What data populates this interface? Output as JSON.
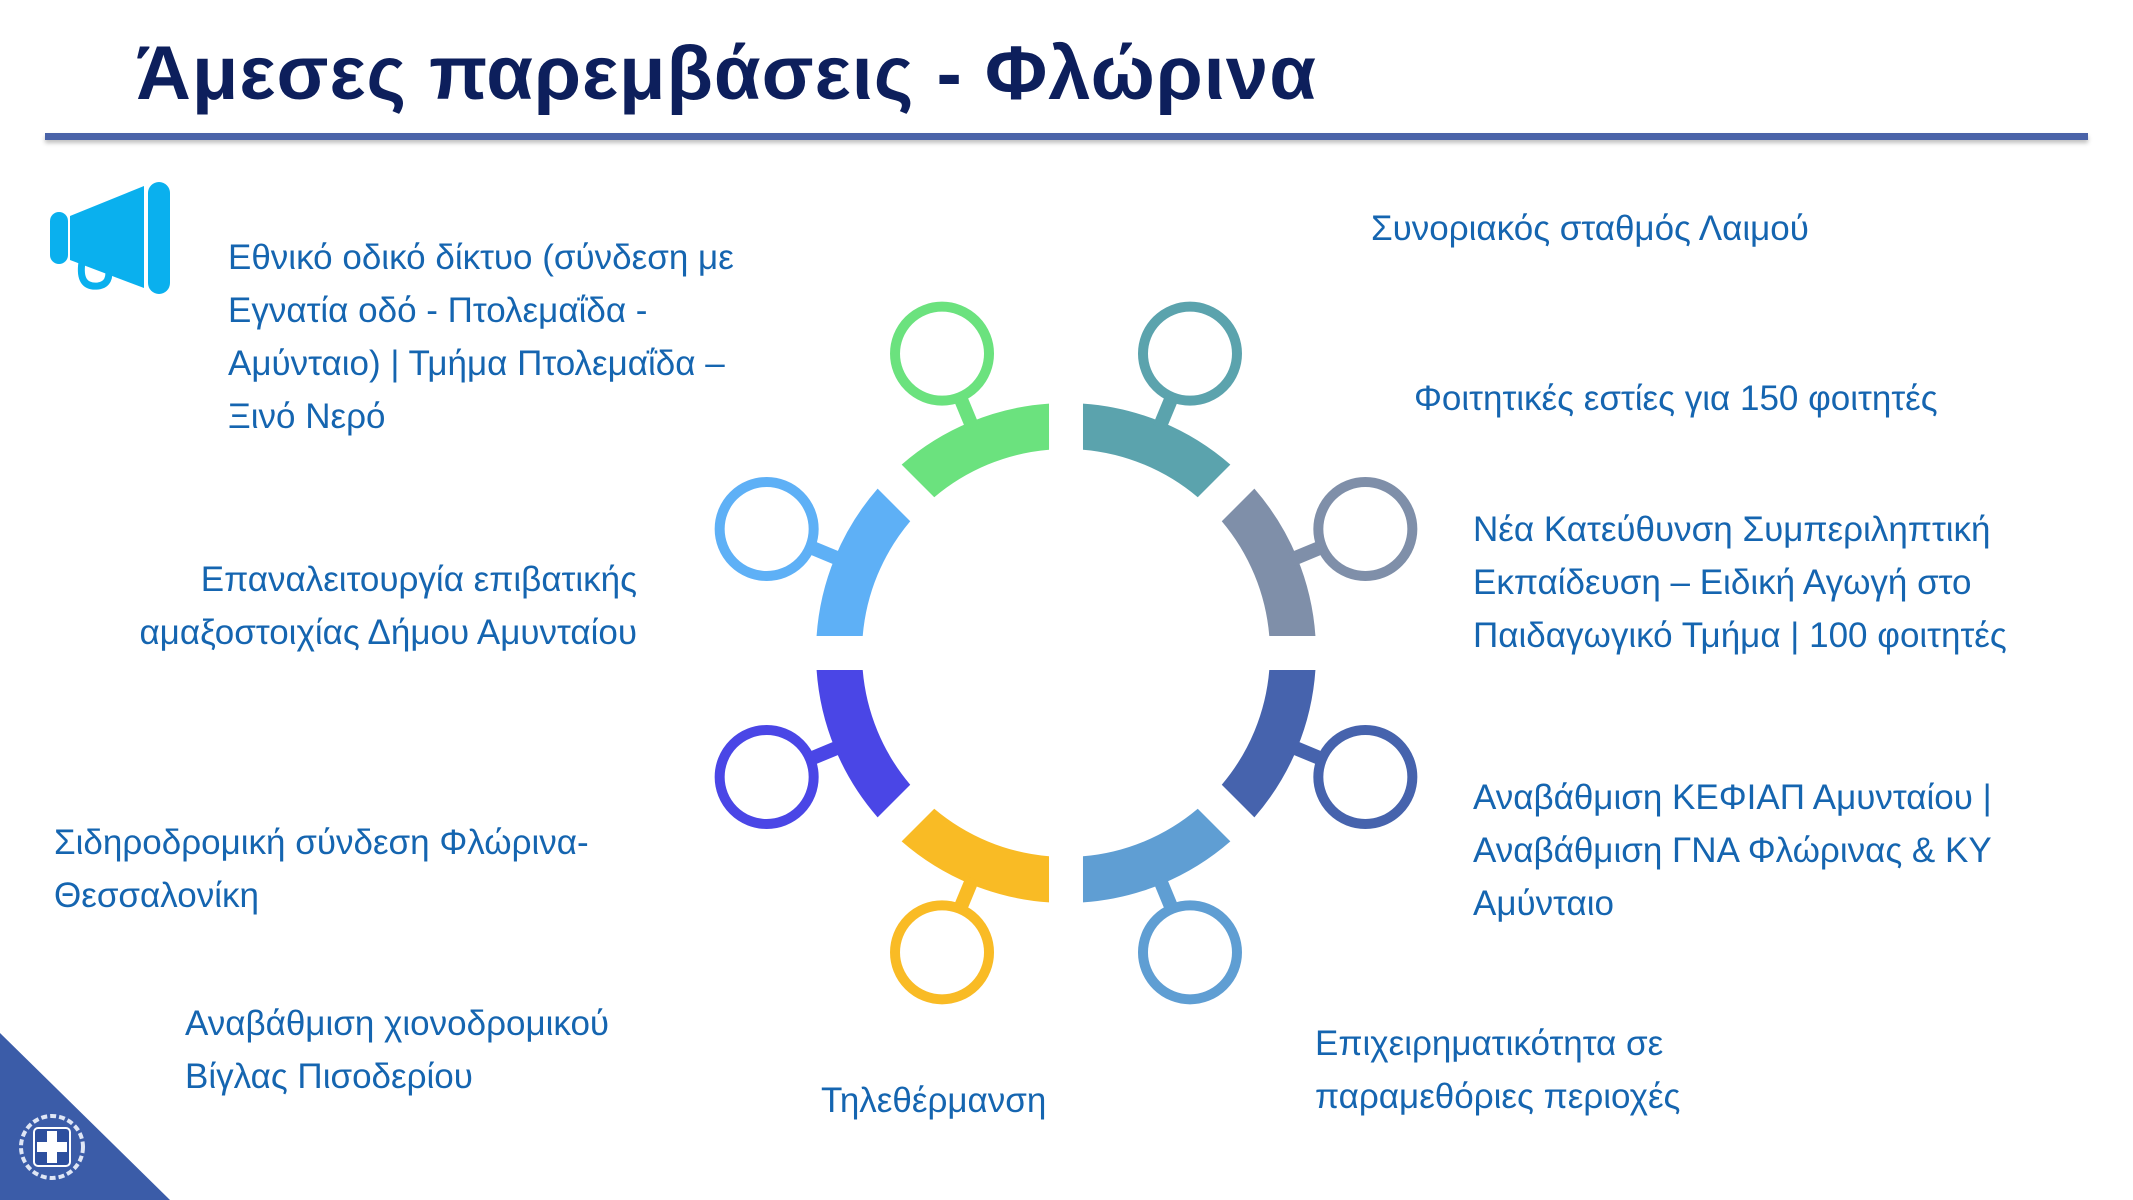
{
  "title": "Άμεσες παρεμβάσεις - Φλώρινα",
  "colors": {
    "title": "#0d1f5c",
    "text": "#1565b0",
    "rule": "#4a63a8",
    "megaphone": "#0ab0ee",
    "corner": "#3b5ca8"
  },
  "icons": {
    "megaphone": "megaphone-icon",
    "emblem": "greek-coat-of-arms-icon"
  },
  "ring_segments": [
    {
      "name": "teal",
      "color": "#5ba3ad"
    },
    {
      "name": "gray",
      "color": "#7f8fa9"
    },
    {
      "name": "dark-blue",
      "color": "#4663ad"
    },
    {
      "name": "light-blue",
      "color": "#5f9ed3"
    },
    {
      "name": "yellow",
      "color": "#f9bb25"
    },
    {
      "name": "violet-blue",
      "color": "#4a46e6"
    },
    {
      "name": "sky-blue",
      "color": "#5eb0f6"
    },
    {
      "name": "green",
      "color": "#6be27e"
    }
  ],
  "items": {
    "road": [
      "Εθνικό οδικό δίκτυο (σύνδεση με",
      "Εγνατία οδό - Πτολεμαΐδα -",
      "Αμύνταιο) | Τμήμα Πτολεμαΐδα –",
      "Ξινό Νερό"
    ],
    "border": [
      "Συνοριακός σταθμός Λαιμού"
    ],
    "dorms": [
      "Φοιτητικές εστίες για 150 φοιτητές"
    ],
    "education": [
      "Νέα Κατεύθυνση Συμπεριληπτική",
      "Εκπαίδευση – Ειδική Αγωγή στο",
      "Παιδαγωγικό Τμήμα | 100 φοιτητές"
    ],
    "health": [
      "Αναβάθμιση ΚΕΦΙΑΠ Αμυνταίου |",
      "Αναβάθμιση ΓΝΑ Φλώρινας & ΚΥ",
      "Αμύνταιο"
    ],
    "business": [
      "Επιχειρηματικότητα σε",
      "παραμεθόριες περιοχές"
    ],
    "heating": [
      "Τηλεθέρμανση"
    ],
    "ski": [
      "Αναβάθμιση χιονοδρομικού",
      "Βίγλας Πισοδερίου"
    ],
    "rail": [
      "Σιδηροδρομική σύνδεση Φλώρινα-",
      "Θεσσαλονίκη"
    ],
    "train": [
      "Επαναλειτουργία επιβατικής",
      "αμαξοστοιχίας Δήμου Αμυνταίου"
    ]
  }
}
